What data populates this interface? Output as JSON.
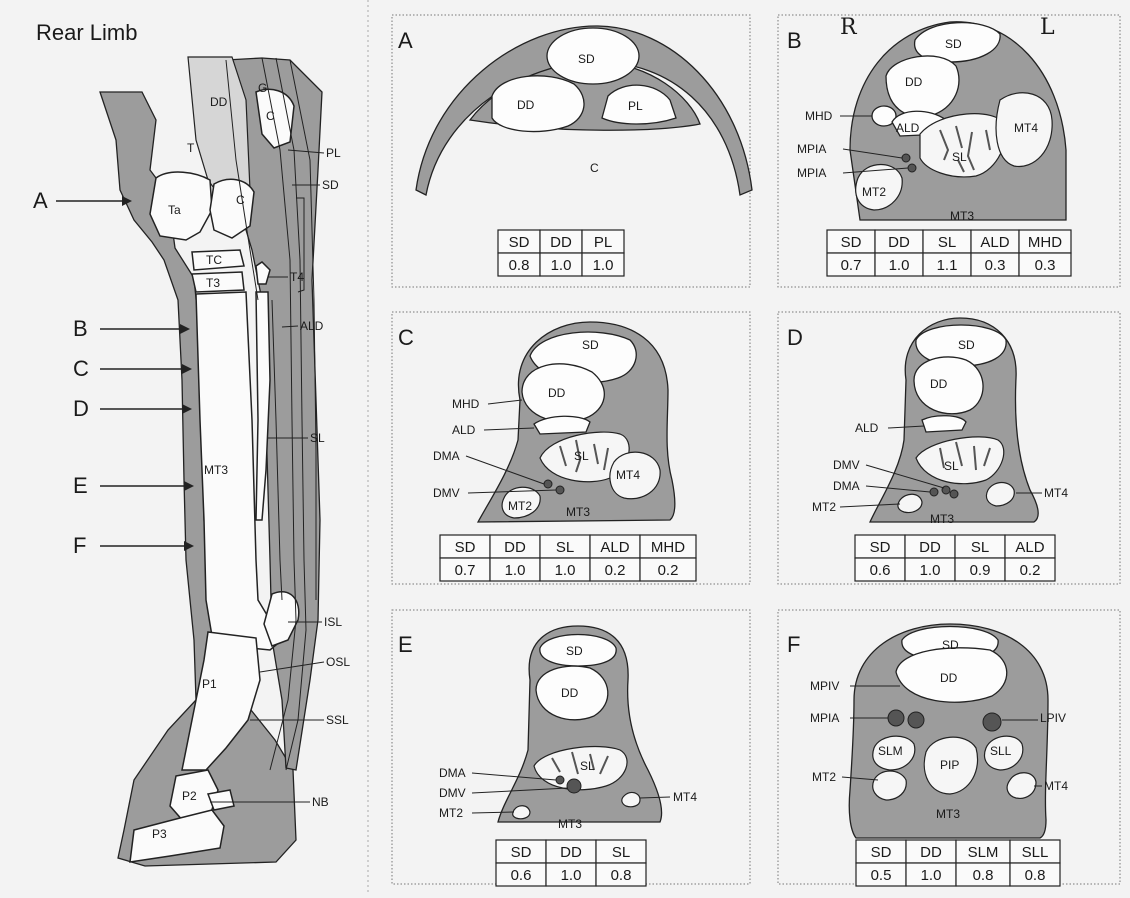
{
  "title": "Rear Limb",
  "limb": {
    "labels": {
      "T": "T",
      "Ta": "Ta",
      "C": "C",
      "DD": "DD",
      "G": "G",
      "C2": "C",
      "PL": "PL",
      "SD": "SD",
      "TC": "TC",
      "T3": "T3",
      "T4": "T4",
      "ALD": "ALD",
      "SL": "SL",
      "MT3": "MT3",
      "ISL": "ISL",
      "OSL": "OSL",
      "P1": "P1",
      "SSL": "SSL",
      "P2": "P2",
      "NB": "NB",
      "P3": "P3"
    },
    "levels": [
      "A",
      "B",
      "C",
      "D",
      "E",
      "F"
    ]
  },
  "panels": {
    "A": {
      "letter": "A",
      "labels": [
        "SD",
        "DD",
        "PL",
        "C"
      ],
      "headers": [
        "SD",
        "DD",
        "PL"
      ],
      "values": [
        "0.8",
        "1.0",
        "1.0"
      ]
    },
    "B": {
      "letter": "B",
      "handwritten": [
        "R",
        "L"
      ],
      "labels": [
        "SD",
        "DD",
        "MHD",
        "ALD",
        "MT4",
        "MPIA",
        "SL",
        "MPIA",
        "MT2",
        "MT3"
      ],
      "headers": [
        "SD",
        "DD",
        "SL",
        "ALD",
        "MHD"
      ],
      "values": [
        "0.7",
        "1.0",
        "1.1",
        "0.3",
        "0.3"
      ]
    },
    "C": {
      "letter": "C",
      "labels": [
        "SD",
        "DD",
        "MHD",
        "ALD",
        "DMA",
        "SL",
        "MT4",
        "DMV",
        "MT2",
        "MT3"
      ],
      "headers": [
        "SD",
        "DD",
        "SL",
        "ALD",
        "MHD"
      ],
      "values": [
        "0.7",
        "1.0",
        "1.0",
        "0.2",
        "0.2"
      ]
    },
    "D": {
      "letter": "D",
      "labels": [
        "SD",
        "DD",
        "ALD",
        "DMV",
        "SL",
        "DMA",
        "MT2",
        "MT4",
        "MT3"
      ],
      "headers": [
        "SD",
        "DD",
        "SL",
        "ALD"
      ],
      "values": [
        "0.6",
        "1.0",
        "0.9",
        "0.2"
      ]
    },
    "E": {
      "letter": "E",
      "labels": [
        "SD",
        "DD",
        "SL",
        "DMA",
        "DMV",
        "MT4",
        "MT2",
        "MT3"
      ],
      "headers": [
        "SD",
        "DD",
        "SL"
      ],
      "values": [
        "0.6",
        "1.0",
        "0.8"
      ]
    },
    "F": {
      "letter": "F",
      "labels": [
        "SD",
        "DD",
        "MPIV",
        "MPIA",
        "LPIV",
        "SLM",
        "SLL",
        "PIP",
        "MT2",
        "MT4",
        "MT3"
      ],
      "headers": [
        "SD",
        "DD",
        "SLM",
        "SLL"
      ],
      "values": [
        "0.5",
        "1.0",
        "0.8",
        "0.8"
      ]
    }
  }
}
